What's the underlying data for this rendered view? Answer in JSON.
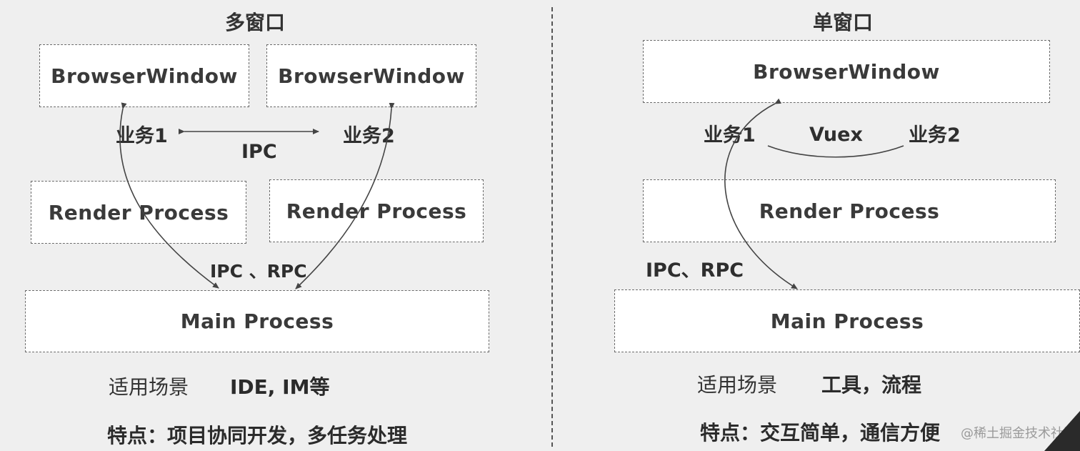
{
  "left": {
    "title": "多窗口",
    "window1": "BrowserWindow",
    "window2": "BrowserWindow",
    "biz1": "业务1",
    "biz2": "业务2",
    "ipc": "IPC",
    "render1": "Render Process",
    "render2": "Render Process",
    "ipc_rpc": "IPC 、RPC",
    "main": "Main Process",
    "scene_label": "适用场景",
    "scene_value": "IDE, IM等",
    "feature": "特点：项目协同开发，多任务处理"
  },
  "right": {
    "title": "单窗口",
    "window": "BrowserWindow",
    "biz1": "业务1",
    "vuex": "Vuex",
    "biz2": "业务2",
    "render": "Render Process",
    "ipc_rpc": "IPC、RPC",
    "main": "Main Process",
    "scene_label": "适用场景",
    "scene_value": "工具，流程",
    "feature": "特点：交互简单，通信方便"
  },
  "watermark": "@稀土掘金技术社区"
}
